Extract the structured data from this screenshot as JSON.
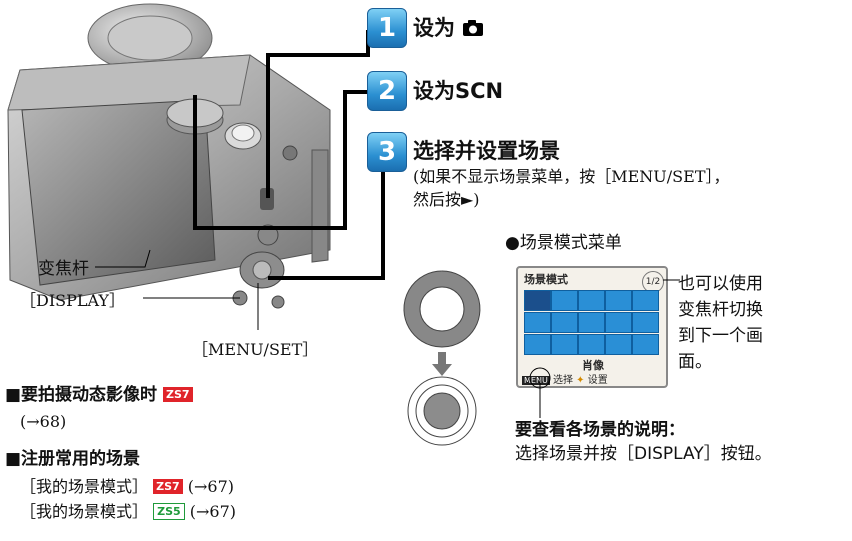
{
  "steps": [
    {
      "number": "1",
      "title": "设为",
      "icon": "camera-icon"
    },
    {
      "number": "2",
      "title": "设为SCN"
    },
    {
      "number": "3",
      "title": "选择并设置场景",
      "note_line1": "(如果不显示场景菜单，按［MENU/SET］，",
      "note_line2": "然后按►)"
    }
  ],
  "labels": {
    "zoom_lever": "变焦杆",
    "display_button": "［DISPLAY］",
    "menu_set_button": "［MENU/SET］"
  },
  "scene_menu": {
    "caption": "●场景模式菜单",
    "screen_title": "场景模式",
    "page_indicator": "1/2",
    "selected_name": "肖像",
    "footer_select": "选择",
    "footer_set": "设置",
    "footer_badge": "MENU",
    "zoom_note_lines": [
      "也可以使用",
      "变焦杆切换",
      "到下一个画",
      "面。"
    ]
  },
  "explain": {
    "title": "要查看各场景的说明：",
    "body": "选择场景并按［DISPLAY］按钮。"
  },
  "sections": [
    {
      "title": "■要拍摄动态影像时",
      "badge": "ZS7",
      "line": "(→68)"
    },
    {
      "title": "■注册常用的场景",
      "lines": [
        {
          "text": "［我的场景模式］",
          "badge": "ZS7",
          "ref": "(→67)"
        },
        {
          "text": "［我的场景模式］",
          "badge": "ZS5",
          "ref": "(→67)"
        }
      ]
    }
  ],
  "colors": {
    "step_badge": "#2b8fd1",
    "zs7": "#e0242a",
    "zs5": "#1f9a3a",
    "menu_tile": "#2a8fd6"
  }
}
